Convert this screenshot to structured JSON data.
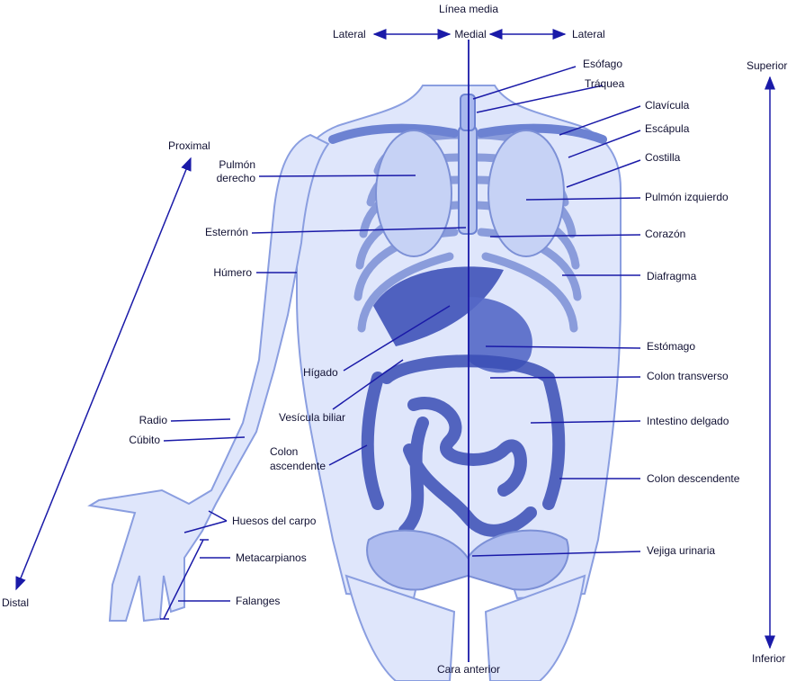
{
  "colors": {
    "line": "#1a1aa8",
    "body": "#9fb0e8",
    "bodyDark": "#3f52b8",
    "bodyLight": "#dfe6fb",
    "text": "#111133"
  },
  "orientation": {
    "midline": "Línea media",
    "medial": "Medial",
    "lateral_left": "Lateral",
    "lateral_right": "Lateral",
    "superior": "Superior",
    "inferior": "Inferior",
    "proximal": "Proximal",
    "distal": "Distal",
    "anterior": "Cara anterior"
  },
  "labels_right": {
    "esofago": "Esófago",
    "traquea": "Tráquea",
    "clavicula": "Clavícula",
    "escapula": "Escápula",
    "costilla": "Costilla",
    "pulmon_izq": "Pulmón izquierdo",
    "corazon": "Corazón",
    "diafragma": "Diafragma",
    "estomago": "Estómago",
    "colon_transverso": "Colon transverso",
    "intestino_delgado": "Intestino delgado",
    "colon_descendente": "Colon descendente",
    "vejiga": "Vejiga urinaria"
  },
  "labels_left": {
    "pulmon_der_1": "Pulmón",
    "pulmon_der_2": "derecho",
    "esternon": "Esternón",
    "humero": "Húmero",
    "higado": "Hígado",
    "vesicula": "Vesícula biliar",
    "radio": "Radio",
    "cubito": "Cúbito",
    "colon_asc_1": "Colon",
    "colon_asc_2": "ascendente",
    "carpo": "Huesos del carpo",
    "metacarpianos": "Metacarpianos",
    "falanges": "Falanges"
  }
}
